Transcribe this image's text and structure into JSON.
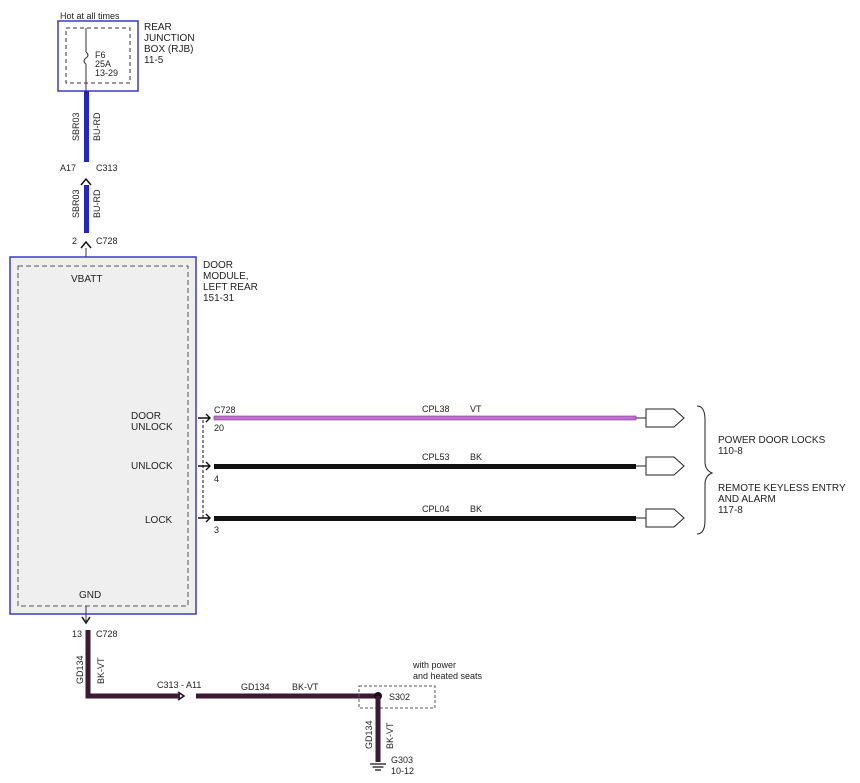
{
  "rjb": {
    "header": "Hot at all times",
    "label": [
      "REAR",
      "JUNCTION",
      "BOX (RJB)",
      "11-5"
    ],
    "fuse": [
      "F6",
      "25A",
      "13-29"
    ]
  },
  "wire_top": {
    "circuit": "SBR03",
    "color": "BU-RD",
    "connector_pin": "A17",
    "connector": "C313"
  },
  "wire_top2": {
    "circuit": "SBR03",
    "color": "BU-RD",
    "connector_pin": "2",
    "connector": "C728"
  },
  "door_module": {
    "label": [
      "DOOR",
      "MODULE,",
      "LEFT REAR",
      "151-31"
    ],
    "vbatt": "VBATT",
    "gnd": "GND",
    "pins": [
      {
        "label_lines": [
          "DOOR",
          "UNLOCK"
        ],
        "connector": "C728",
        "pin": "20",
        "circuit": "CPL38",
        "color": "VT"
      },
      {
        "label_lines": [
          "UNLOCK"
        ],
        "connector": "",
        "pin": "4",
        "circuit": "CPL53",
        "color": "BK"
      },
      {
        "label_lines": [
          "LOCK"
        ],
        "connector": "",
        "pin": "3",
        "circuit": "CPL04",
        "color": "BK"
      }
    ]
  },
  "destinations": [
    [
      "POWER DOOR LOCKS",
      "110-8"
    ],
    [
      "REMOTE KEYLESS ENTRY",
      "AND ALARM",
      "117-8"
    ]
  ],
  "ground": {
    "pin": "13",
    "connector": "C728",
    "circuit": "GD134",
    "color": "BK-VT",
    "inline_connector": "C313 - A11",
    "inline_circuit": "GD134",
    "inline_color": "BK-VT",
    "splice_note": [
      "with power",
      "and heated seats"
    ],
    "splice": "S302",
    "drop_circuit": "GD134",
    "drop_color": "BK-VT",
    "ground_point": "G303",
    "ground_ref": "10-12"
  },
  "colors": {
    "module_border": "#3a3acc",
    "module_fill": "#efefef",
    "wire_blue": "#2424c8",
    "wire_violet": "#c070d0",
    "wire_black": "#111111",
    "wire_bkvt": "#3a1a34"
  }
}
